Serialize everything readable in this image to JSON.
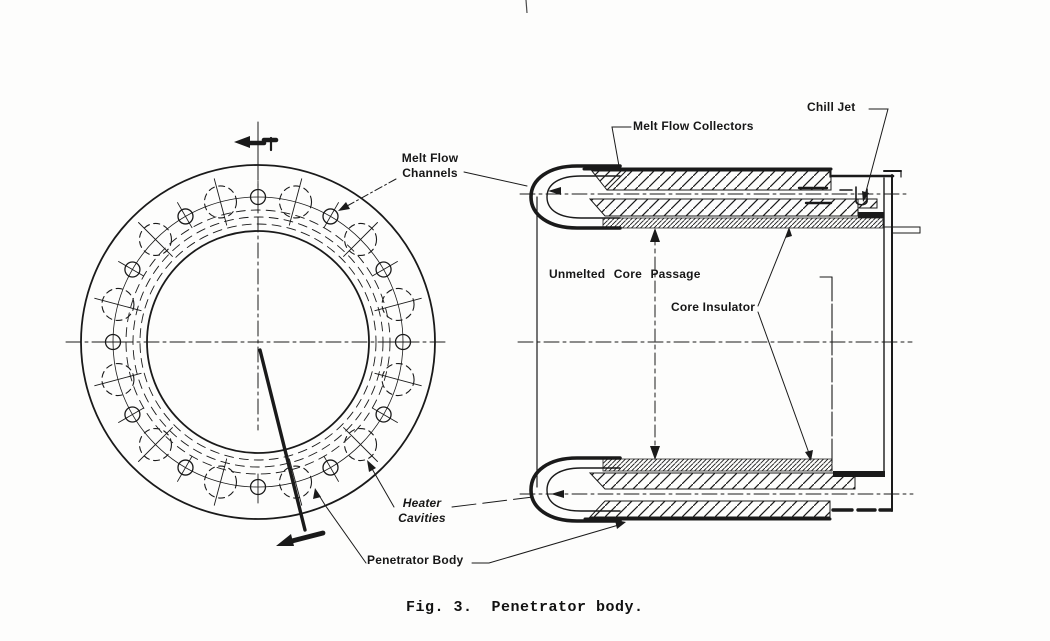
{
  "figure": {
    "caption": "Fig. 3.  Penetrator body.",
    "labels": {
      "melt_flow_channels": [
        "Melt Flow",
        "Channels"
      ],
      "melt_flow_collectors": "Melt Flow Collectors",
      "chill_jet": "Chill Jet",
      "unmelted_core_passage": "Unmelted Core Passage",
      "core_insulator": "Core Insulator",
      "heater_cavities": [
        "Heater",
        "Cavities"
      ],
      "penetrator_body": "Penetrator Body"
    },
    "colors": {
      "ink": "#1a1a1a",
      "paper": "#fdfdfc"
    }
  }
}
